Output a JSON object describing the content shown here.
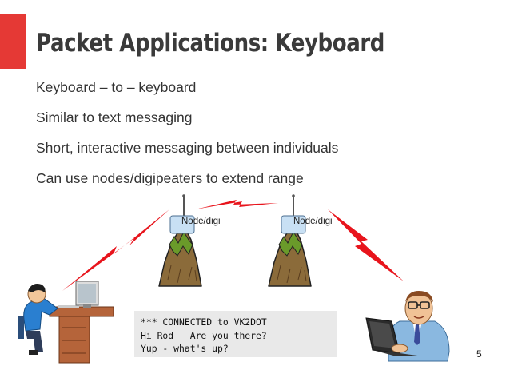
{
  "slide": {
    "title": "Packet Applications: Keyboard",
    "bullets": [
      "Keyboard – to – keyboard",
      "Similar to text messaging",
      "Short, interactive messaging between individuals",
      "Can use nodes/digipeaters to extend range"
    ],
    "nodes": [
      "Node/digi",
      "Node/digi"
    ],
    "console_lines": [
      "*** CONNECTED to VK2DOT",
      "Hi Rod – Are you there?",
      "Yup - what's up?"
    ],
    "page_number": "5"
  },
  "colors": {
    "accent": "#e53935",
    "lightning": "#e8141c",
    "node_box": "#c8e0f4",
    "mountain": "#8b6b3a",
    "grass": "#6a9a2a"
  },
  "icons": [
    "antenna-icon",
    "lightning-bolt-icon",
    "mountain-icon",
    "person-at-desk-icon",
    "person-with-laptop-icon"
  ]
}
